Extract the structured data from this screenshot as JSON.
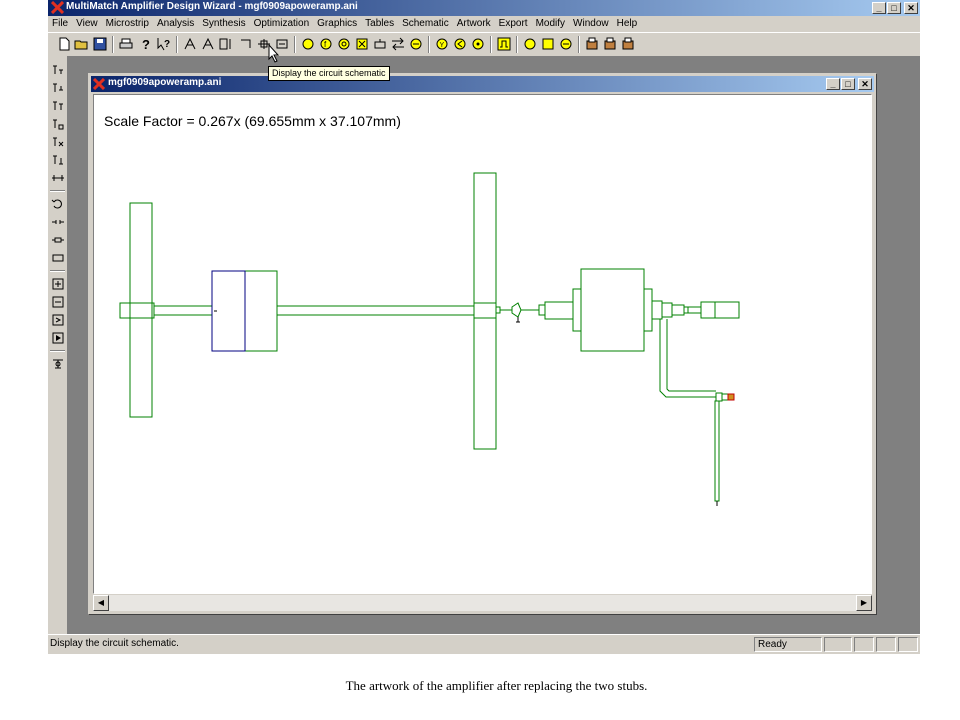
{
  "window": {
    "title": "MultiMatch Amplifier Design Wizard - mgf0909apoweramp.ani",
    "buttons": {
      "minimize": "_",
      "maximize": "□",
      "close": "✕"
    }
  },
  "menubar": {
    "items": [
      {
        "label": "File"
      },
      {
        "label": "View"
      },
      {
        "label": "Microstrip"
      },
      {
        "label": "Analysis"
      },
      {
        "label": "Synthesis"
      },
      {
        "label": "Optimization"
      },
      {
        "label": "Graphics"
      },
      {
        "label": "Tables"
      },
      {
        "label": "Schematic"
      },
      {
        "label": "Artwork"
      },
      {
        "label": "Export"
      },
      {
        "label": "Modify"
      },
      {
        "label": "Window"
      },
      {
        "label": "Help"
      }
    ]
  },
  "toolbar": {
    "tooltip": "Display the circuit schematic"
  },
  "child_window": {
    "title": "mgf0909apoweramp.ani",
    "scale_factor": "Scale Factor =  0.267x (69.655mm x 37.107mm)"
  },
  "statusbar": {
    "message": "Display the circuit schematic.",
    "state": "Ready"
  },
  "caption": "The artwork of the amplifier after replacing the two stubs.",
  "colors": {
    "line_green": "#008000",
    "cap_blue": "#000080",
    "title_active": "#0a246a",
    "chrome": "#d4d0c8"
  }
}
